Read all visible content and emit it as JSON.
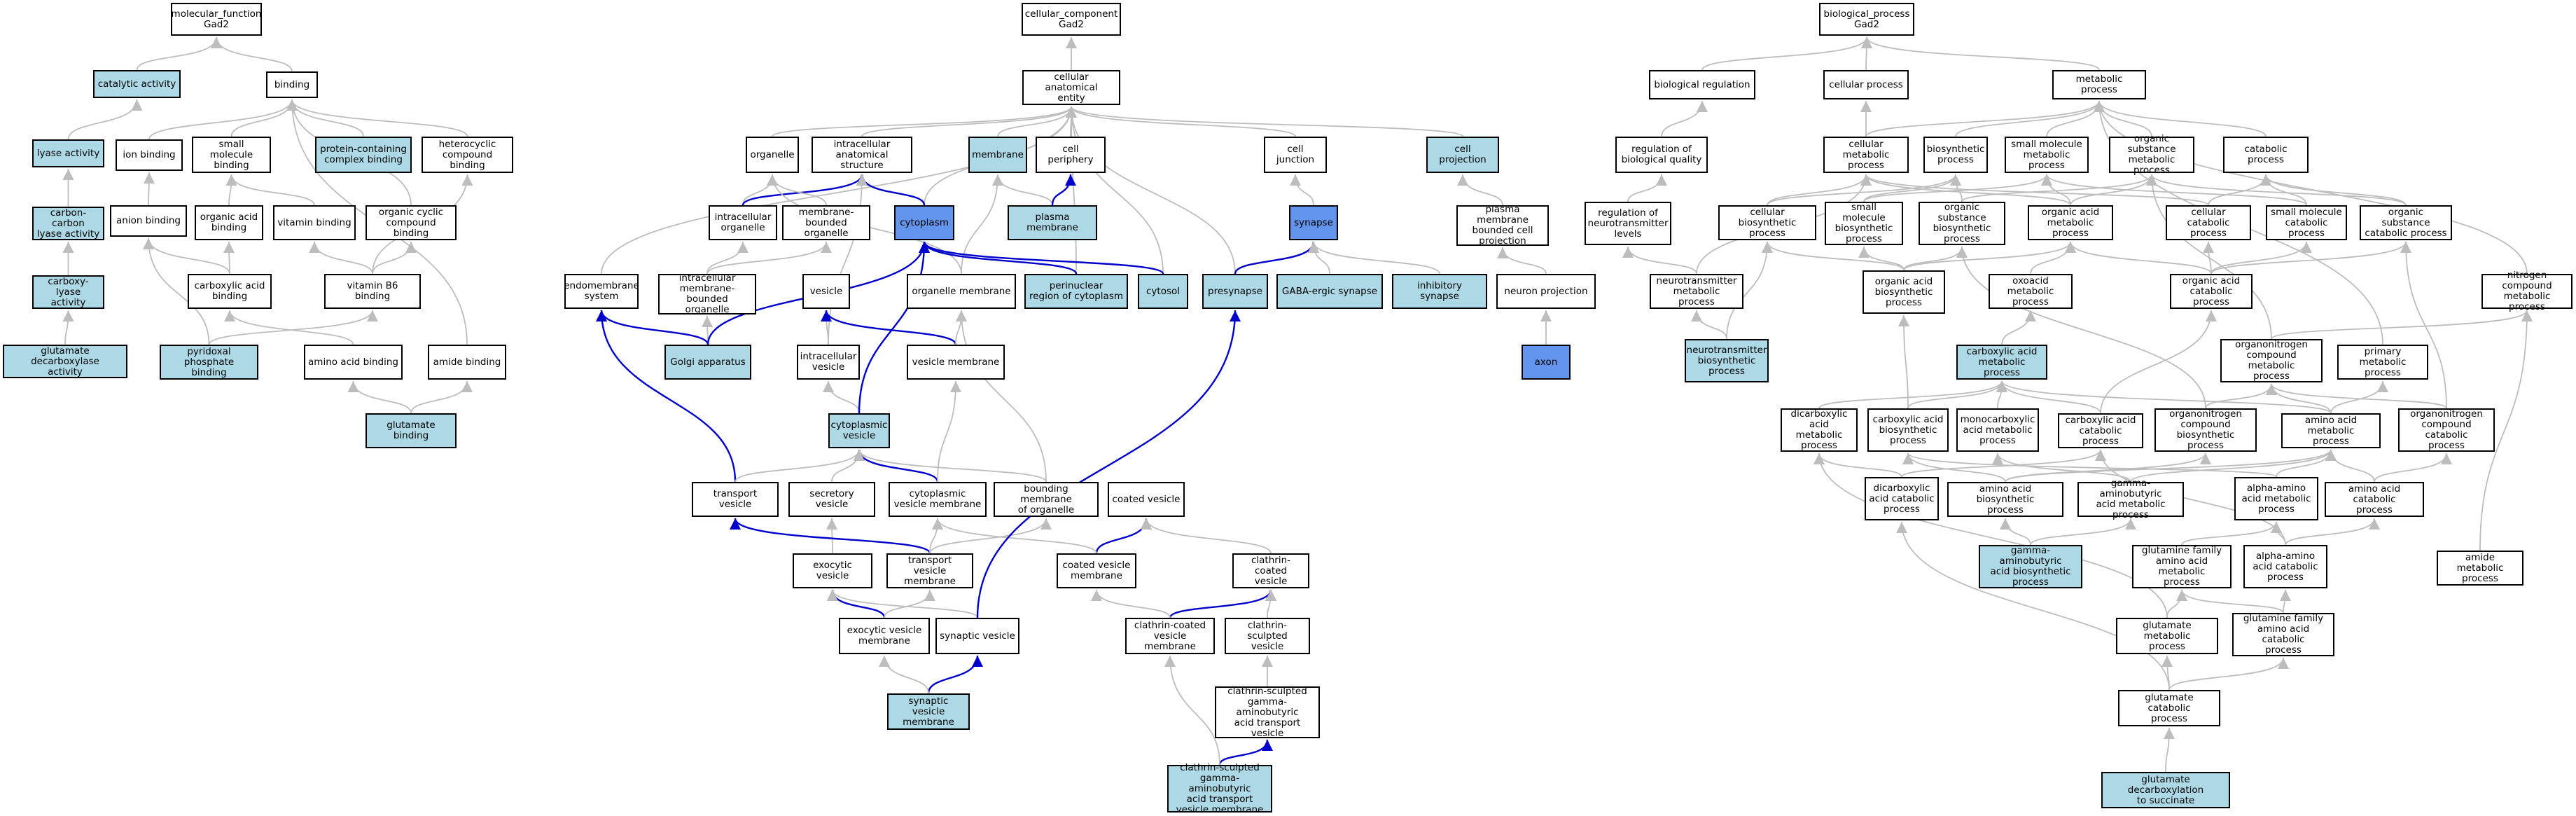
{
  "colors": {
    "light": "#add8e6",
    "dark": "#6495ed",
    "plain": "#ffffff",
    "edge_grey": "#bdbdbd",
    "edge_blue": "#0000cc"
  },
  "nodes": {
    "mf": {
      "label": "molecular_function\nGad2",
      "fill": "plain"
    },
    "catalytic": {
      "label": "catalytic activity",
      "fill": "light"
    },
    "lyase": {
      "label": "lyase activity",
      "fill": "light"
    },
    "ccly": {
      "label": "carbon-carbon\nlyase activity",
      "fill": "light"
    },
    "carboxyly": {
      "label": "carboxy-lyase\nactivity",
      "fill": "light"
    },
    "gaddecarb": {
      "label": "glutamate decarboxylase\nactivity",
      "fill": "light"
    },
    "binding": {
      "label": "binding",
      "fill": "plain"
    },
    "ionbind": {
      "label": "ion binding",
      "fill": "plain"
    },
    "smbind": {
      "label": "small molecule\nbinding",
      "fill": "plain"
    },
    "pcc": {
      "label": "protein-containing\ncomplex binding",
      "fill": "light"
    },
    "hetero": {
      "label": "heterocyclic\ncompound binding",
      "fill": "plain"
    },
    "anionbind": {
      "label": "anion binding",
      "fill": "plain"
    },
    "oab": {
      "label": "organic acid\nbinding",
      "fill": "plain"
    },
    "vitbind": {
      "label": "vitamin binding",
      "fill": "plain"
    },
    "occb": {
      "label": "organic cyclic\ncompound binding",
      "fill": "plain"
    },
    "cab": {
      "label": "carboxylic acid\nbinding",
      "fill": "plain"
    },
    "vb6": {
      "label": "vitamin B6 binding",
      "fill": "plain"
    },
    "plp": {
      "label": "pyridoxal phosphate\nbinding",
      "fill": "light"
    },
    "aab": {
      "label": "amino acid binding",
      "fill": "plain"
    },
    "amideb": {
      "label": "amide binding",
      "fill": "plain"
    },
    "glub": {
      "label": "glutamate binding",
      "fill": "light"
    },
    "cc": {
      "label": "cellular_component\nGad2",
      "fill": "plain"
    },
    "cae": {
      "label": "cellular anatomical\nentity",
      "fill": "plain"
    },
    "organelle": {
      "label": "organelle",
      "fill": "plain"
    },
    "ias": {
      "label": "intracellular\nanatomical structure",
      "fill": "plain"
    },
    "membrane": {
      "label": "membrane",
      "fill": "light"
    },
    "cellperiph": {
      "label": "cell periphery",
      "fill": "plain"
    },
    "celljunc": {
      "label": "cell junction",
      "fill": "plain"
    },
    "cellproj": {
      "label": "cell projection",
      "fill": "light"
    },
    "intraorg": {
      "label": "intracellular\norganelle",
      "fill": "plain"
    },
    "mbo": {
      "label": "membrane-bounded\norganelle",
      "fill": "plain"
    },
    "cytoplasm": {
      "label": "cytoplasm",
      "fill": "dark"
    },
    "plasmamem": {
      "label": "plasma membrane",
      "fill": "light"
    },
    "synapse": {
      "label": "synapse",
      "fill": "dark"
    },
    "pmbcp": {
      "label": "plasma membrane\nbounded cell\nprojection",
      "fill": "plain"
    },
    "endomem": {
      "label": "endomembrane\nsystem",
      "fill": "plain"
    },
    "imbo": {
      "label": "intracellular\nmembrane-bounded\norganelle",
      "fill": "plain"
    },
    "vesicle": {
      "label": "vesicle",
      "fill": "plain"
    },
    "orgmem": {
      "label": "organelle membrane",
      "fill": "plain"
    },
    "perinuc": {
      "label": "perinuclear\nregion of cytoplasm",
      "fill": "light"
    },
    "cytosol": {
      "label": "cytosol",
      "fill": "light"
    },
    "presynapse": {
      "label": "presynapse",
      "fill": "light"
    },
    "gabasyn": {
      "label": "GABA-ergic synapse",
      "fill": "light"
    },
    "inhibsyn": {
      "label": "inhibitory synapse",
      "fill": "light"
    },
    "neuronproj": {
      "label": "neuron projection",
      "fill": "plain"
    },
    "golgi": {
      "label": "Golgi apparatus",
      "fill": "light"
    },
    "intravesicle": {
      "label": "intracellular\nvesicle",
      "fill": "plain"
    },
    "vesmem": {
      "label": "vesicle membrane",
      "fill": "plain"
    },
    "axon": {
      "label": "axon",
      "fill": "dark"
    },
    "cytovesicle": {
      "label": "cytoplasmic\nvesicle",
      "fill": "light"
    },
    "transvesicle": {
      "label": "transport vesicle",
      "fill": "plain"
    },
    "secvesicle": {
      "label": "secretory vesicle",
      "fill": "plain"
    },
    "cytovesmem": {
      "label": "cytoplasmic\nvesicle membrane",
      "fill": "plain"
    },
    "bmo": {
      "label": "bounding membrane\nof organelle",
      "fill": "plain"
    },
    "coatedves": {
      "label": "coated vesicle",
      "fill": "plain"
    },
    "exoves": {
      "label": "exocytic vesicle",
      "fill": "plain"
    },
    "tvm": {
      "label": "transport vesicle\nmembrane",
      "fill": "plain"
    },
    "cvm": {
      "label": "coated vesicle\nmembrane",
      "fill": "plain"
    },
    "ccv": {
      "label": "clathrin-coated\nvesicle",
      "fill": "plain"
    },
    "evm": {
      "label": "exocytic vesicle\nmembrane",
      "fill": "plain"
    },
    "synves": {
      "label": "synaptic vesicle",
      "fill": "plain"
    },
    "ccvm": {
      "label": "clathrin-coated\nvesicle membrane",
      "fill": "plain"
    },
    "csv": {
      "label": "clathrin-sculpted\nvesicle",
      "fill": "plain"
    },
    "svm": {
      "label": "synaptic vesicle\nmembrane",
      "fill": "light"
    },
    "csgatv": {
      "label": "clathrin-sculpted\ngamma-aminobutyric\nacid transport\nvesicle",
      "fill": "plain"
    },
    "csgatvm": {
      "label": "clathrin-sculpted\ngamma-aminobutyric\nacid transport\nvesicle membrane",
      "fill": "light"
    },
    "bp": {
      "label": "biological_process\nGad2",
      "fill": "plain"
    },
    "bioreg": {
      "label": "biological regulation",
      "fill": "plain"
    },
    "cellproc": {
      "label": "cellular process",
      "fill": "plain"
    },
    "metproc": {
      "label": "metabolic process",
      "fill": "plain"
    },
    "rbq": {
      "label": "regulation of\nbiological quality",
      "fill": "plain"
    },
    "cmp": {
      "label": "cellular metabolic\nprocess",
      "fill": "plain"
    },
    "biosyn": {
      "label": "biosynthetic\nprocess",
      "fill": "plain"
    },
    "smmp": {
      "label": "small molecule\nmetabolic process",
      "fill": "plain"
    },
    "osmp": {
      "label": "organic substance\nmetabolic process",
      "fill": "plain"
    },
    "catab": {
      "label": "catabolic process",
      "fill": "plain"
    },
    "rntl": {
      "label": "regulation of\nneurotransmitter\nlevels",
      "fill": "plain"
    },
    "cbp": {
      "label": "cellular biosynthetic\nprocess",
      "fill": "plain"
    },
    "smbp": {
      "label": "small molecule\nbiosynthetic\nprocess",
      "fill": "plain"
    },
    "osbp": {
      "label": "organic substance\nbiosynthetic\nprocess",
      "fill": "plain"
    },
    "oamp": {
      "label": "organic acid\nmetabolic process",
      "fill": "plain"
    },
    "ccp": {
      "label": "cellular catabolic\nprocess",
      "fill": "plain"
    },
    "smcp": {
      "label": "small molecule\ncatabolic process",
      "fill": "plain"
    },
    "oscp": {
      "label": "organic substance\ncatabolic process",
      "fill": "plain"
    },
    "ntmp": {
      "label": "neurotransmitter\nmetabolic process",
      "fill": "plain"
    },
    "oabp": {
      "label": "organic acid\nbiosynthetic\nprocess",
      "fill": "plain"
    },
    "oxoacid": {
      "label": "oxoacid metabolic\nprocess",
      "fill": "plain"
    },
    "oacp": {
      "label": "organic acid\ncatabolic process",
      "fill": "plain"
    },
    "ncmp": {
      "label": "nitrogen compound\nmetabolic process",
      "fill": "plain"
    },
    "ntbp": {
      "label": "neurotransmitter\nbiosynthetic\nprocess",
      "fill": "light"
    },
    "camp": {
      "label": "carboxylic acid\nmetabolic process",
      "fill": "light"
    },
    "oncmp": {
      "label": "organonitrogen\ncompound metabolic\nprocess",
      "fill": "plain"
    },
    "pmp": {
      "label": "primary metabolic\nprocess",
      "fill": "plain"
    },
    "dcamp": {
      "label": "dicarboxylic\nacid metabolic\nprocess",
      "fill": "plain"
    },
    "cabp": {
      "label": "carboxylic acid\nbiosynthetic\nprocess",
      "fill": "plain"
    },
    "mcamp": {
      "label": "monocarboxylic\nacid metabolic\nprocess",
      "fill": "plain"
    },
    "cacp": {
      "label": "carboxylic acid\ncatabolic process",
      "fill": "plain"
    },
    "oncbp": {
      "label": "organonitrogen\ncompound biosynthetic\nprocess",
      "fill": "plain"
    },
    "aamp": {
      "label": "amino acid metabolic\nprocess",
      "fill": "plain"
    },
    "onccp": {
      "label": "organonitrogen\ncompound catabolic\nprocess",
      "fill": "plain"
    },
    "dcacp": {
      "label": "dicarboxylic\nacid catabolic\nprocess",
      "fill": "plain"
    },
    "aabp": {
      "label": "amino acid biosynthetic\nprocess",
      "fill": "plain"
    },
    "gabamp": {
      "label": "gamma-aminobutyric\nacid metabolic process",
      "fill": "plain"
    },
    "aaamp": {
      "label": "alpha-amino\nacid metabolic\nprocess",
      "fill": "plain"
    },
    "aacp": {
      "label": "amino acid catabolic\nprocess",
      "fill": "plain"
    },
    "gababp": {
      "label": "gamma-aminobutyric\nacid biosynthetic\nprocess",
      "fill": "light"
    },
    "gfaamp": {
      "label": "glutamine family\namino acid metabolic\nprocess",
      "fill": "plain"
    },
    "aaacp": {
      "label": "alpha-amino\nacid catabolic\nprocess",
      "fill": "plain"
    },
    "amidemp": {
      "label": "amide metabolic\nprocess",
      "fill": "plain"
    },
    "glump": {
      "label": "glutamate metabolic\nprocess",
      "fill": "plain"
    },
    "gfaacp": {
      "label": "glutamine family\namino acid catabolic\nprocess",
      "fill": "plain"
    },
    "glucp": {
      "label": "glutamate catabolic\nprocess",
      "fill": "plain"
    },
    "gdts": {
      "label": "glutamate decarboxylation\nto succinate",
      "fill": "light"
    }
  }
}
